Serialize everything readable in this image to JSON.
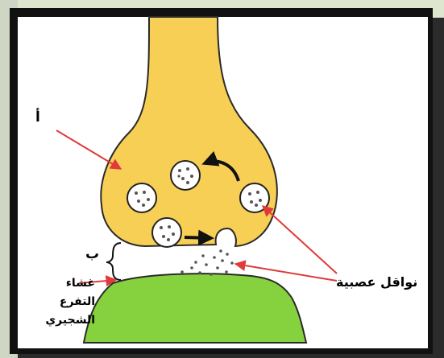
{
  "labels": {
    "a": "أ",
    "b": "ب",
    "neurotransmitters": "نواقل عصبية",
    "membrane_line1": "غشاء",
    "membrane_line2": "التفرع",
    "membrane_line3": "الشجيري"
  },
  "colors": {
    "terminal": "#f8cf55",
    "dendrite": "#86d13e",
    "arrow_red": "#e13a3a",
    "outline": "#2a2a2a"
  }
}
